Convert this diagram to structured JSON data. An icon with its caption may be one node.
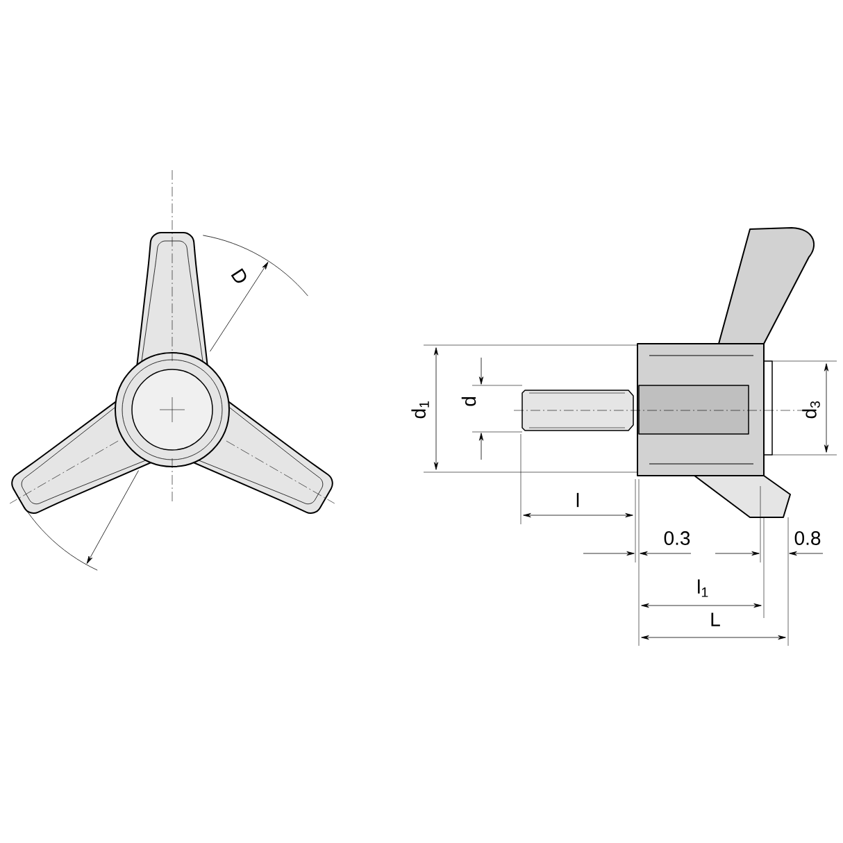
{
  "diagram": {
    "labels": [
      "D",
      "d$_{1}$",
      "d",
      "d$_{3}$",
      "l",
      "0.3",
      "0.8",
      "l$_{1}$",
      "L"
    ]
  }
}
